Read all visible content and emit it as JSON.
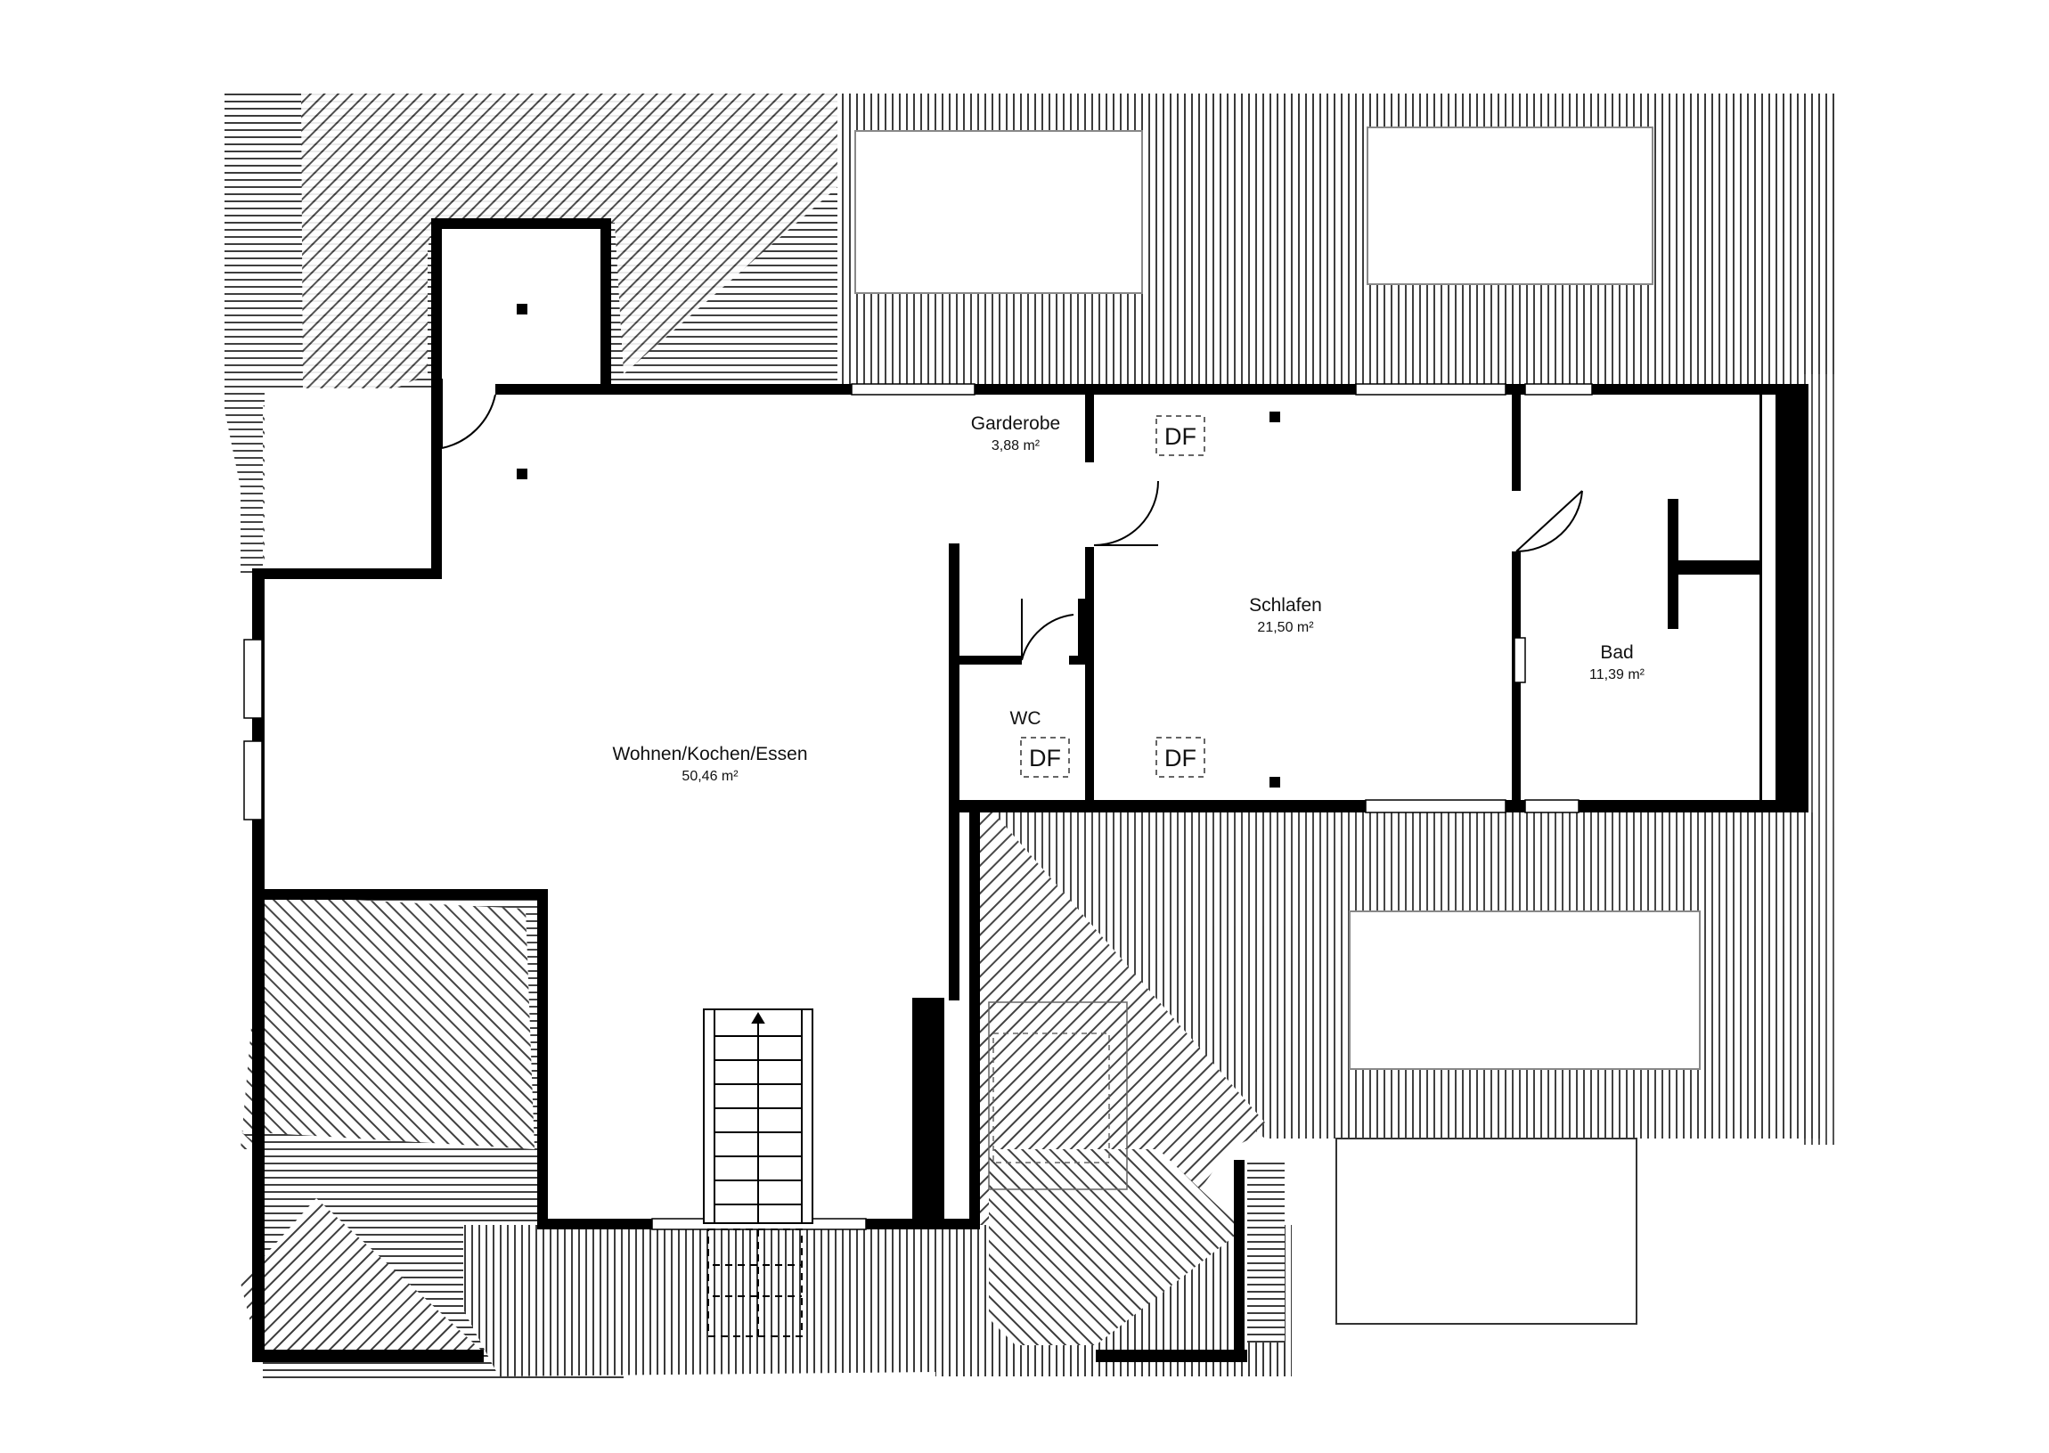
{
  "rooms": [
    {
      "name": "Wohnen/Kochen/Essen",
      "area": "50,46 m²"
    },
    {
      "name": "Garderobe",
      "area": "3,88 m²"
    },
    {
      "name": "Schlafen",
      "area": "21,50 m²"
    },
    {
      "name": "Bad",
      "area": "11,39 m²"
    },
    {
      "name": "WC",
      "area": ""
    }
  ],
  "skylights": [
    {
      "label": "DF"
    },
    {
      "label": "DF"
    },
    {
      "label": "DF"
    }
  ],
  "colors": {
    "wall": "#000000",
    "roof_hatch": "#555555",
    "background": "#ffffff"
  }
}
